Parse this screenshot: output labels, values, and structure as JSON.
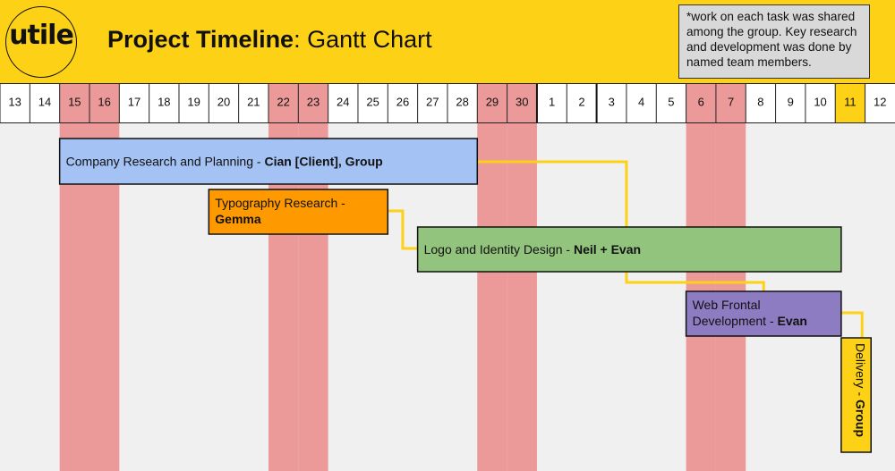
{
  "header": {
    "logo_text": "utile",
    "title_bold": "Project Timeline",
    "title_rest": ": Gantt Chart",
    "note": "*work on each task was shared among the group. Key research and development was done by named team members."
  },
  "colors": {
    "header_bg": "#fcd116",
    "weekend": "#eb9999",
    "today": "#fcd116",
    "connector": "#fcd116",
    "background": "#f0f0f0"
  },
  "chart_data": {
    "type": "gantt",
    "days": [
      "13",
      "14",
      "15",
      "16",
      "17",
      "18",
      "19",
      "20",
      "21",
      "22",
      "23",
      "24",
      "25",
      "26",
      "27",
      "28",
      "29",
      "30",
      "1",
      "2",
      "3",
      "4",
      "5",
      "6",
      "7",
      "8",
      "9",
      "10",
      "11",
      "12"
    ],
    "weekend_indices": [
      2,
      3,
      9,
      10,
      16,
      17,
      23,
      24
    ],
    "today_index": 28,
    "month_boundary_indices": [
      18,
      20
    ],
    "tasks": [
      {
        "label": "Company Research and Planning - ",
        "owner": "Cian [Client], Group",
        "start": 2,
        "end": 16,
        "color": "#a4c2f4"
      },
      {
        "label": "Typography Research - ",
        "owner": "Gemma",
        "start": 7,
        "end": 13,
        "color": "#ff9900"
      },
      {
        "label": "Logo and Identity Design - ",
        "owner": "Neil + Evan",
        "start": 14,
        "end": 28.2,
        "color": "#93c47d"
      },
      {
        "label": "Web Frontal Development - ",
        "owner": "Evan",
        "start": 23,
        "end": 28.2,
        "color": "#8e7cc3"
      },
      {
        "label": "Delivery - ",
        "owner": "Group",
        "start": 28.2,
        "end": 29.2,
        "color": "#fcd116",
        "vertical": true
      }
    ]
  }
}
